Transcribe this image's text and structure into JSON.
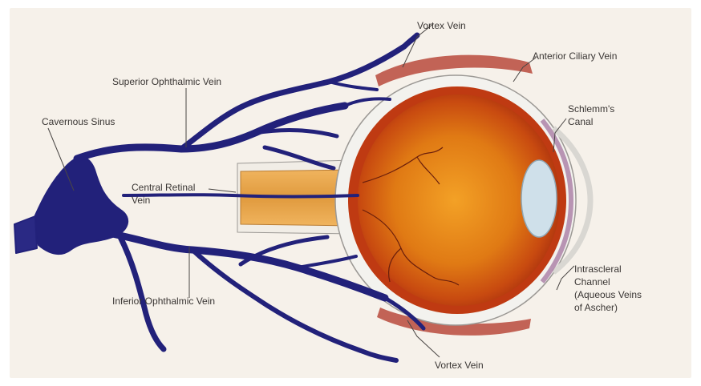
{
  "labels": {
    "vortex_vein_top": "Vortex Vein",
    "anterior_ciliary_vein": "Anterior Ciliary Vein",
    "superior_ophthalmic_vein": "Superior Ophthalmic Vein",
    "cavernous_sinus": "Cavernous Sinus",
    "schlemms_canal_line1": "Schlemm's",
    "schlemms_canal_line2": "Canal",
    "central_retinal_vein_line1": "Central Retinal",
    "central_retinal_vein_line2": "Vein",
    "inferior_ophthalmic_vein": "Inferior Ophthalmic Vein",
    "intrascleral_channel_line1": "Intrascleral",
    "intrascleral_channel_line2": "Channel",
    "intrascleral_channel_line3": "(Aqueous Veins",
    "intrascleral_channel_line4": "of Ascher)",
    "vortex_vein_bottom": "Vortex Vein"
  },
  "colors": {
    "background": "#f6f1ea",
    "vein": "#22217a",
    "sclera": "#f3f2ee",
    "choroid": "#c43a12",
    "retina": "#e8891a",
    "lens": "#cfe0ea",
    "optic_nerve": "#e6a24a",
    "muscle": "#b94a3c",
    "label_text": "#3a3634"
  }
}
